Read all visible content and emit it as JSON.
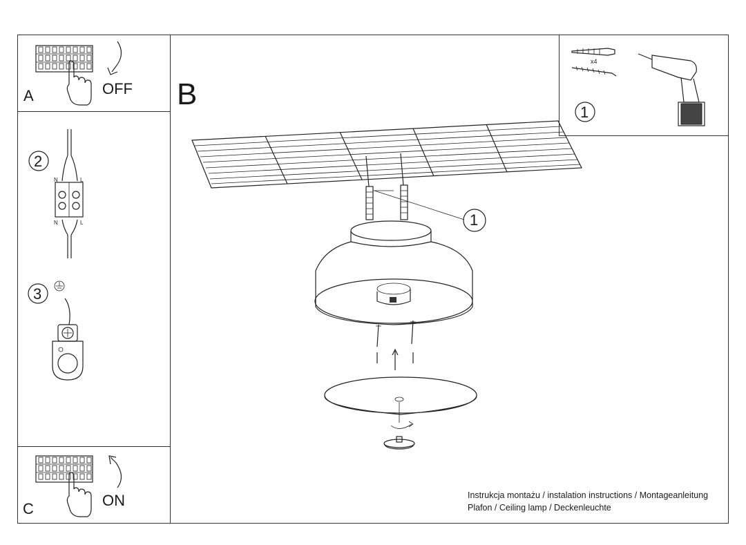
{
  "panels": {
    "a": {
      "letter": "A",
      "switch_label": "OFF"
    },
    "b": {
      "letter": "B"
    },
    "c": {
      "letter": "C",
      "switch_label": "ON"
    }
  },
  "steps": {
    "step1": "1",
    "step2": "2",
    "step3": "3",
    "callout1": "1"
  },
  "terminal": {
    "n_top": "N",
    "l_top": "L",
    "n_bottom": "N",
    "l_bottom": "L"
  },
  "tools": {
    "anchor_count": "x4"
  },
  "footer": {
    "line1": "Instrukcja montażu / instalation instructions / Montageanleitung",
    "line2": "Plafon / Ceiling lamp / Deckenleuchte"
  },
  "icons": [
    "breaker-panel-icon",
    "hand-icon",
    "curved-arrow-icon",
    "drill-icon",
    "wall-plug-icon",
    "screw-icon",
    "terminal-block-icon",
    "ground-symbol-icon",
    "ground-clamp-icon",
    "ceiling-icon",
    "lamp-shade-icon",
    "diffuser-disc-icon",
    "finial-icon"
  ]
}
